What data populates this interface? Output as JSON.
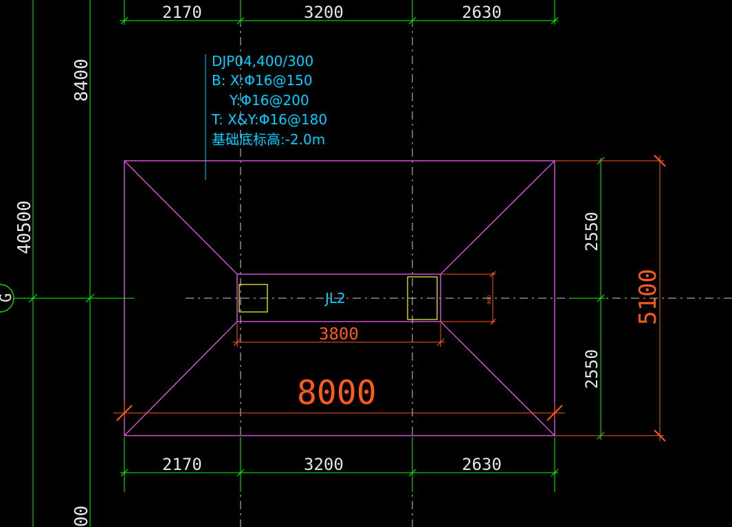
{
  "dimensions": {
    "top": [
      "2170",
      "3200",
      "2630"
    ],
    "bottom": [
      "2170",
      "3200",
      "2630"
    ],
    "right_segments": [
      "2550",
      "2550"
    ],
    "right_total": "5100",
    "overall_width": "8000",
    "beam_length": "3800",
    "beam_height_small": "900",
    "left_vertical_1": "8400",
    "left_vertical_2": "40500",
    "left_vertical_3": "00"
  },
  "annotation": {
    "line1": "DJP04,400/300",
    "line2": "B: X:Φ16@150",
    "line3": "Y:Φ16@200",
    "line4": "T: X&Y:Φ16@180",
    "line5": "基础底标高:-2.0m"
  },
  "beam_label": "JL2",
  "axis_bubble": "G",
  "colors": {
    "background": "#000000",
    "grid_dash": "#ffffff",
    "dim_green": "#00ff00",
    "outline_magenta": "#ff66ff",
    "dim_orange": "#ff5a1e",
    "note_cyan": "#00d0ff",
    "column_yellow": "#ffff33"
  }
}
